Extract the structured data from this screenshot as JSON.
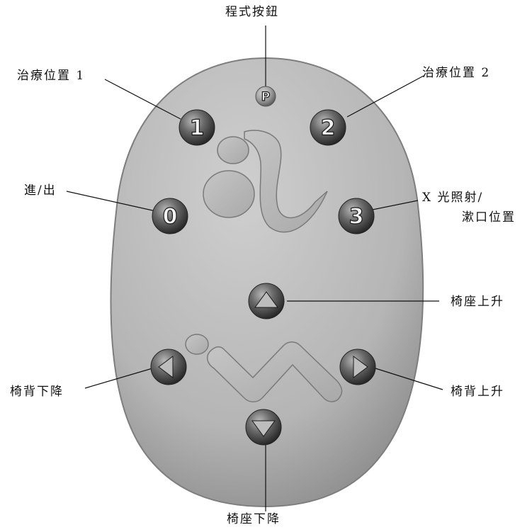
{
  "labels": {
    "program_button": "程式按鈕",
    "treatment_pos_1": "治療位置 1",
    "treatment_pos_2": "治療位置 2",
    "in_out": "進/出",
    "xray_rinse_line1": "X 光照射/",
    "xray_rinse_line2": "漱口位置",
    "seat_up": "椅座上升",
    "backrest_down": "椅背下降",
    "backrest_up": "椅背上升",
    "seat_down": "椅座下降"
  },
  "buttons": {
    "program": "P",
    "pos1": "1",
    "pos2": "2",
    "pos0": "0",
    "pos3": "3"
  },
  "colors": {
    "pad_body": "#b9b9b9",
    "pad_edge": "#8a8a8a",
    "button_dark": "#3a3a3a",
    "button_light": "#c8c8c8",
    "line": "#111111"
  }
}
